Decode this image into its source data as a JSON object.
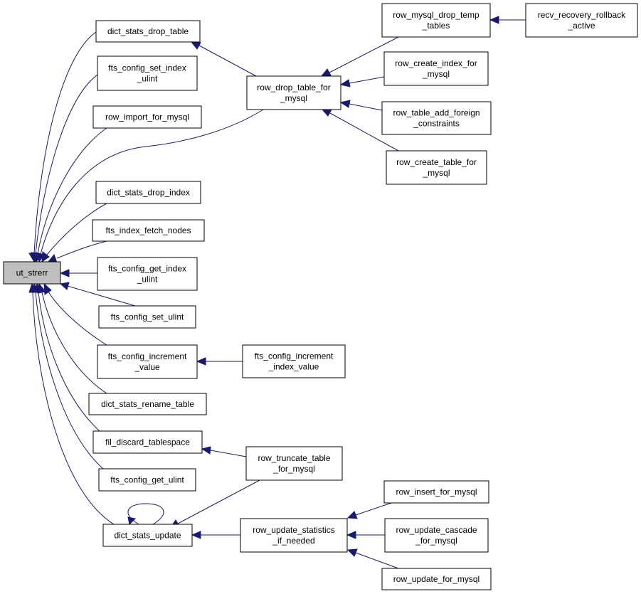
{
  "graph": {
    "title": "",
    "edge_color": "#191970",
    "root_fill": "#bfbfbf",
    "nodes": [
      {
        "id": "ut_strerr",
        "lines": [
          "ut_strerr"
        ],
        "root": true
      },
      {
        "id": "dict_stats_drop_table",
        "lines": [
          "dict_stats_drop_table"
        ]
      },
      {
        "id": "fts_config_set_index_ulint",
        "lines": [
          "fts_config_set_index",
          "_ulint"
        ]
      },
      {
        "id": "row_import_for_mysql",
        "lines": [
          "row_import_for_mysql"
        ]
      },
      {
        "id": "dict_stats_drop_index",
        "lines": [
          "dict_stats_drop_index"
        ]
      },
      {
        "id": "fts_index_fetch_nodes",
        "lines": [
          "fts_index_fetch_nodes"
        ]
      },
      {
        "id": "fts_config_get_index_ulint",
        "lines": [
          "fts_config_get_index",
          "_ulint"
        ]
      },
      {
        "id": "fts_config_set_ulint",
        "lines": [
          "fts_config_set_ulint"
        ]
      },
      {
        "id": "fts_config_increment_value",
        "lines": [
          "fts_config_increment",
          "_value"
        ]
      },
      {
        "id": "dict_stats_rename_table",
        "lines": [
          "dict_stats_rename_table"
        ]
      },
      {
        "id": "fil_discard_tablespace",
        "lines": [
          "fil_discard_tablespace"
        ]
      },
      {
        "id": "fts_config_get_ulint",
        "lines": [
          "fts_config_get_ulint"
        ]
      },
      {
        "id": "dict_stats_update",
        "lines": [
          "dict_stats_update"
        ]
      },
      {
        "id": "row_drop_table_for_mysql",
        "lines": [
          "row_drop_table_for",
          "_mysql"
        ]
      },
      {
        "id": "fts_config_increment_index_value",
        "lines": [
          "fts_config_increment",
          "_index_value"
        ]
      },
      {
        "id": "row_truncate_table_for_mysql",
        "lines": [
          "row_truncate_table",
          "_for_mysql"
        ]
      },
      {
        "id": "row_update_statistics_if_needed",
        "lines": [
          "row_update_statistics",
          "_if_needed"
        ]
      },
      {
        "id": "row_mysql_drop_temp_tables",
        "lines": [
          "row_mysql_drop_temp",
          "_tables"
        ]
      },
      {
        "id": "row_create_index_for_mysql",
        "lines": [
          "row_create_index_for",
          "_mysql"
        ]
      },
      {
        "id": "row_table_add_foreign_constraints",
        "lines": [
          "row_table_add_foreign",
          "_constraints"
        ]
      },
      {
        "id": "row_create_table_for_mysql",
        "lines": [
          "row_create_table_for",
          "_mysql"
        ]
      },
      {
        "id": "row_insert_for_mysql",
        "lines": [
          "row_insert_for_mysql"
        ]
      },
      {
        "id": "row_update_cascade_for_mysql",
        "lines": [
          "row_update_cascade",
          "_for_mysql"
        ]
      },
      {
        "id": "row_update_for_mysql",
        "lines": [
          "row_update_for_mysql"
        ]
      },
      {
        "id": "recv_recovery_rollback_active",
        "lines": [
          "recv_recovery_rollback",
          "_active"
        ]
      }
    ],
    "edges": [
      {
        "from": "dict_stats_drop_table",
        "to": "ut_strerr"
      },
      {
        "from": "fts_config_set_index_ulint",
        "to": "ut_strerr"
      },
      {
        "from": "row_import_for_mysql",
        "to": "ut_strerr"
      },
      {
        "from": "row_drop_table_for_mysql",
        "to": "ut_strerr"
      },
      {
        "from": "dict_stats_drop_index",
        "to": "ut_strerr"
      },
      {
        "from": "fts_index_fetch_nodes",
        "to": "ut_strerr"
      },
      {
        "from": "fts_config_get_index_ulint",
        "to": "ut_strerr"
      },
      {
        "from": "fts_config_set_ulint",
        "to": "ut_strerr"
      },
      {
        "from": "fts_config_increment_value",
        "to": "ut_strerr"
      },
      {
        "from": "dict_stats_rename_table",
        "to": "ut_strerr"
      },
      {
        "from": "fil_discard_tablespace",
        "to": "ut_strerr"
      },
      {
        "from": "fts_config_get_ulint",
        "to": "ut_strerr"
      },
      {
        "from": "dict_stats_update",
        "to": "ut_strerr"
      },
      {
        "from": "row_drop_table_for_mysql",
        "to": "dict_stats_drop_table"
      },
      {
        "from": "fts_config_increment_index_value",
        "to": "fts_config_increment_value"
      },
      {
        "from": "row_truncate_table_for_mysql",
        "to": "fil_discard_tablespace"
      },
      {
        "from": "dict_stats_update",
        "to": "dict_stats_update"
      },
      {
        "from": "row_truncate_table_for_mysql",
        "to": "dict_stats_update"
      },
      {
        "from": "row_update_statistics_if_needed",
        "to": "dict_stats_update"
      },
      {
        "from": "row_mysql_drop_temp_tables",
        "to": "row_drop_table_for_mysql"
      },
      {
        "from": "row_create_index_for_mysql",
        "to": "row_drop_table_for_mysql"
      },
      {
        "from": "row_table_add_foreign_constraints",
        "to": "row_drop_table_for_mysql"
      },
      {
        "from": "row_create_table_for_mysql",
        "to": "row_drop_table_for_mysql"
      },
      {
        "from": "recv_recovery_rollback_active",
        "to": "row_mysql_drop_temp_tables"
      },
      {
        "from": "row_insert_for_mysql",
        "to": "row_update_statistics_if_needed"
      },
      {
        "from": "row_update_cascade_for_mysql",
        "to": "row_update_statistics_if_needed"
      },
      {
        "from": "row_update_for_mysql",
        "to": "row_update_statistics_if_needed"
      }
    ]
  }
}
